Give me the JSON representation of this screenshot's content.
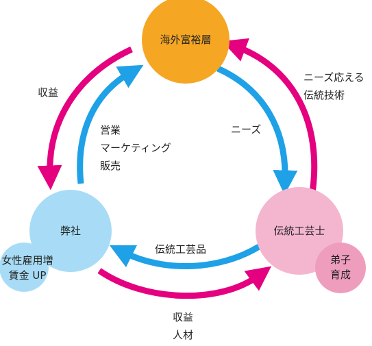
{
  "nodes": {
    "top": {
      "label": "海外富裕層",
      "color": "#f5a623"
    },
    "left": {
      "label": "弊社",
      "color": "#a8dcf6"
    },
    "right": {
      "label": "伝統工芸士",
      "color": "#f4b6cf"
    },
    "left_small": {
      "lines": [
        "女性雇用増",
        "賃金 UP"
      ],
      "color": "#a8dcf6"
    },
    "right_small": {
      "lines": [
        "弟子",
        "育成"
      ],
      "color": "#ef9dbd"
    }
  },
  "labels": {
    "revenue_left": "収益",
    "marketing": [
      "営業",
      "マーケティング",
      "販売"
    ],
    "needs": "ニーズ",
    "needs_tech": [
      "ニーズ応える",
      "伝統技術"
    ],
    "crafts": "伝統工芸品",
    "bottom": [
      "収益",
      "人材"
    ]
  },
  "colors": {
    "magenta": "#e4007f",
    "blue": "#1ea1e6"
  }
}
